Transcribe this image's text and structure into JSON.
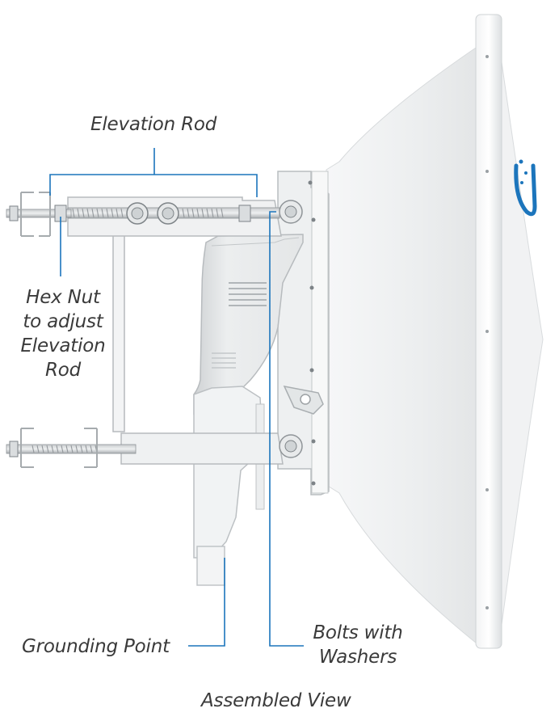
{
  "labels": {
    "elevation_rod": "Elevation Rod",
    "hex_nut": [
      "Hex Nut",
      "to adjust",
      "Elevation",
      "Rod"
    ],
    "grounding_point": "Grounding Point",
    "bolts": [
      "Bolts with",
      "Washers"
    ],
    "caption": "Assembled View"
  },
  "colors": {
    "callout_line": "#1c75bc",
    "text": "#3a3a3a",
    "metal": "#e2e4e5",
    "metal_dark": "#9a9fa3",
    "logo": "#1c75bc"
  }
}
